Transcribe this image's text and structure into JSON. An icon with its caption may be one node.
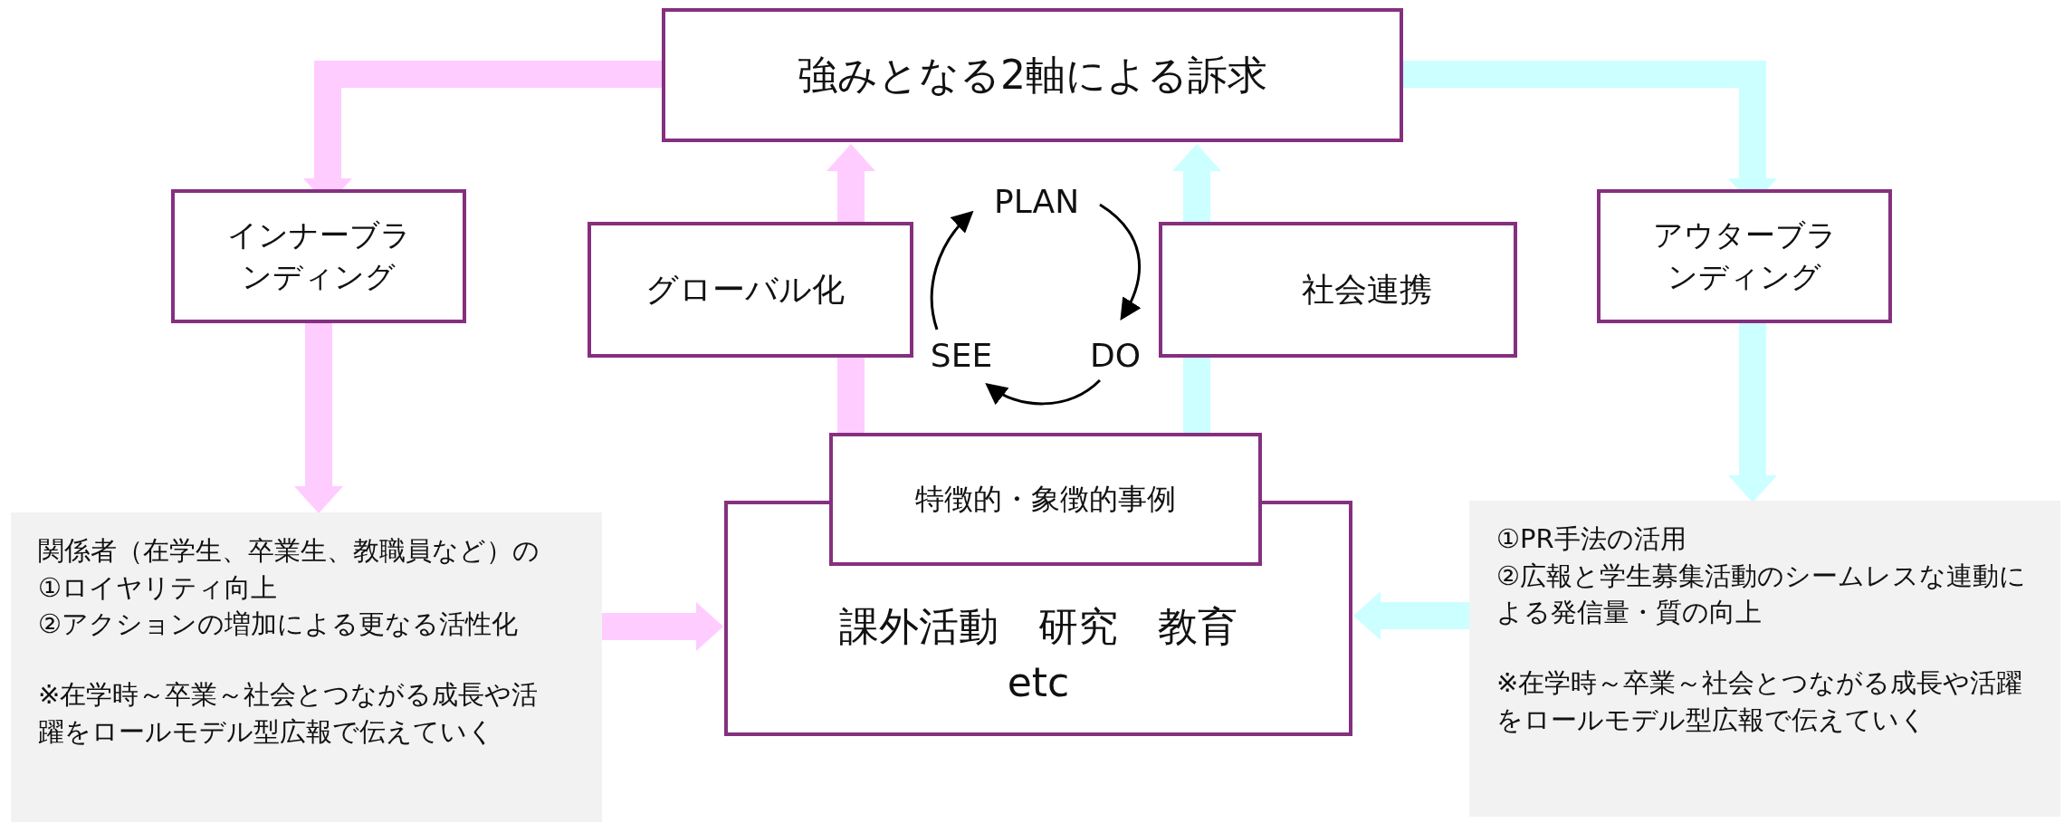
{
  "diagram": {
    "nodes": [
      {
        "text": [
          "強みとなる2軸による訴求"
        ]
      },
      {
        "text": [
          "インナーブランディング"
        ]
      },
      {
        "text": [
          "グローバル化"
        ]
      },
      {
        "text": [
          "社会連携"
        ]
      },
      {
        "text": [
          "PLAN"
        ]
      },
      {
        "text": [
          "DO"
        ]
      },
      {
        "text": [
          "SEE"
        ]
      },
      {
        "text": [
          "アウターブランディング"
        ]
      },
      {
        "text": [
          "課外活動　研究　教育",
          "etc"
        ]
      },
      {
        "text": [
          "特徴的・象徴的事例"
        ]
      },
      {
        "text": [
          "関係者（在学生、卒業生、教職員など）の",
          "①ロイヤリティ向上",
          "②アクションの増加による更なる活性化",
          "※在学時～卒業～社会とつながる成長や活躍をロールモデル型広報で伝えていく"
        ]
      },
      {
        "text": [
          "①PR手法の活用",
          "②広報と学生募集活動のシームレスな連動による発信量・質の向上",
          "※在学時～卒業～社会とつながる成長や活躍をロールモデル型広報で伝えていく"
        ]
      }
    ],
    "edges": [
      {
        "from": 0,
        "to": 1,
        "arrow": "to",
        "color": "#ffccff"
      },
      {
        "from": 0,
        "to": 7,
        "arrow": "to",
        "color": "#ccffff"
      },
      {
        "from": 1,
        "to": 10,
        "arrow": "to",
        "color": "#ffccff"
      },
      {
        "from": 7,
        "to": 11,
        "arrow": "to",
        "color": "#ccffff"
      },
      {
        "from": 10,
        "to": 8,
        "arrow": "to",
        "color": "#ffccff"
      },
      {
        "from": 11,
        "to": 8,
        "arrow": "to",
        "color": "#ccffff"
      },
      {
        "from": 9,
        "to": 2,
        "arrow": "none",
        "color": "#ffccff"
      },
      {
        "from": 2,
        "to": 0,
        "arrow": "to",
        "color": "#ffccff"
      },
      {
        "from": 9,
        "to": 3,
        "arrow": "none",
        "color": "#ccffff"
      },
      {
        "from": 3,
        "to": 0,
        "arrow": "to",
        "color": "#ccffff"
      },
      {
        "from": 4,
        "to": 5,
        "arrow": "to",
        "color": "#000000"
      },
      {
        "from": 5,
        "to": 6,
        "arrow": "to",
        "color": "#000000"
      },
      {
        "from": 6,
        "to": 4,
        "arrow": "to",
        "color": "#000000"
      }
    ]
  }
}
